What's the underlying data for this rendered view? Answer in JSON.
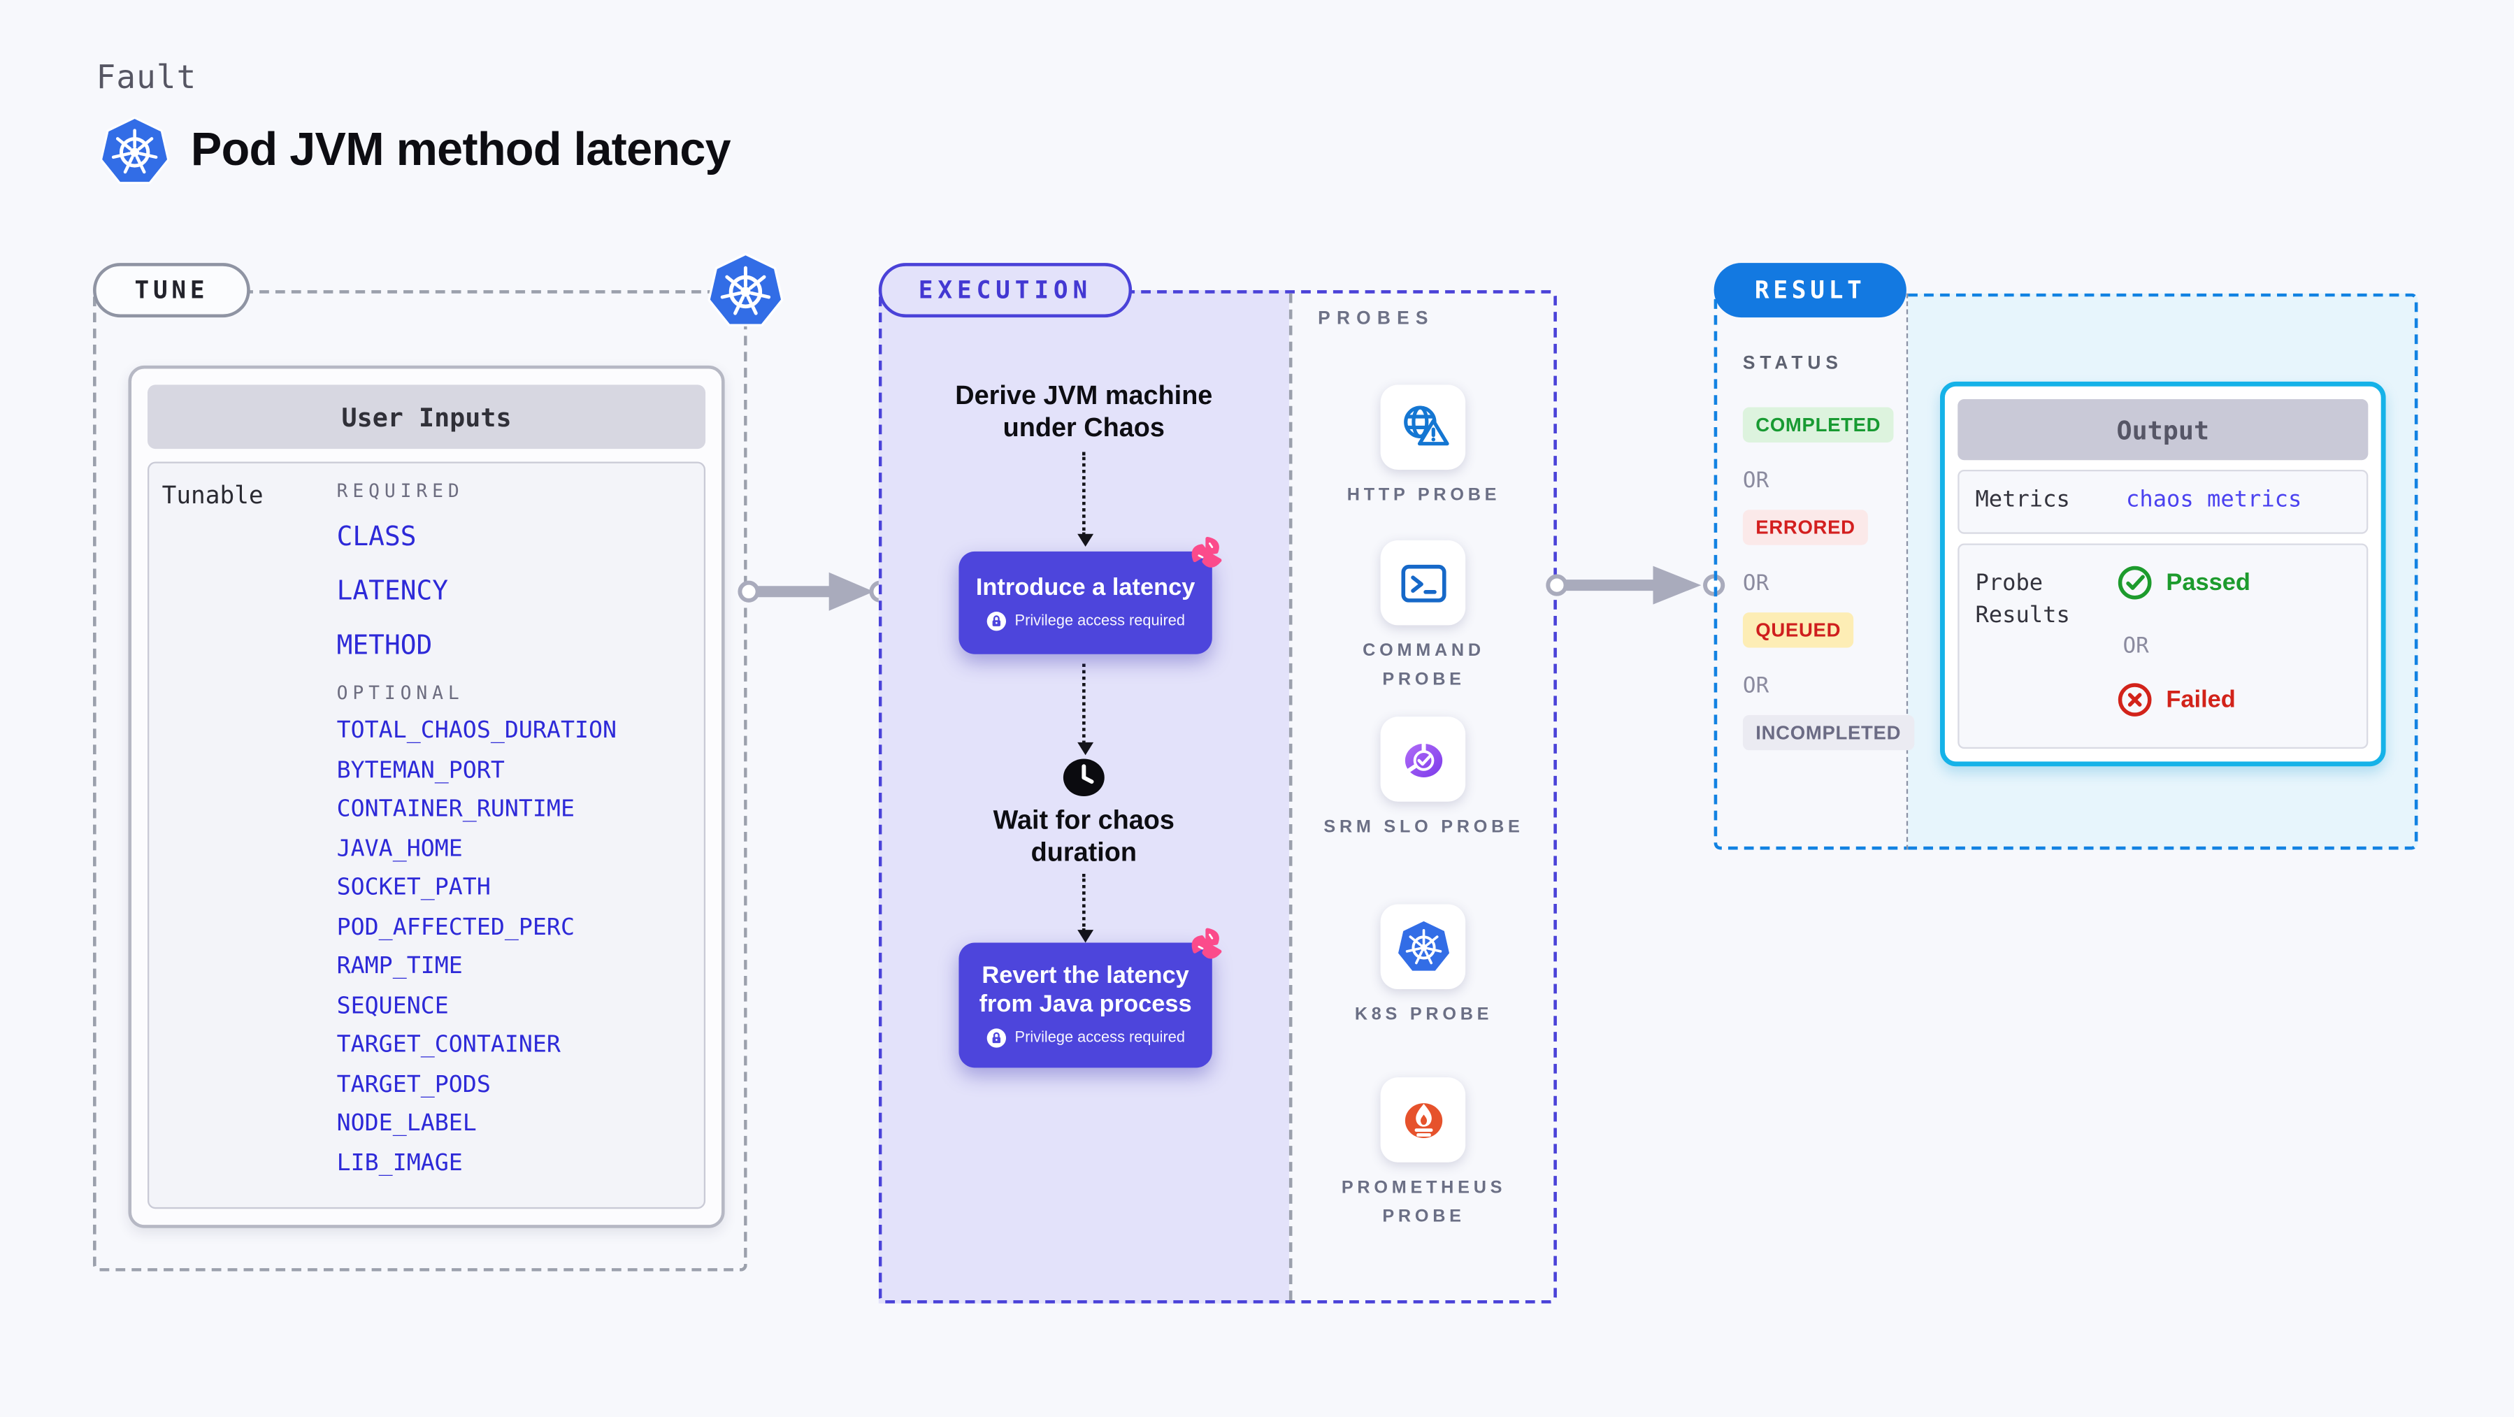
{
  "header": {
    "kicker": "Fault",
    "title": "Pod JVM method latency"
  },
  "tune": {
    "pill": "TUNE",
    "card_title": "User Inputs",
    "row_label": "Tunable",
    "required_label": "REQUIRED",
    "required": [
      "CLASS",
      "LATENCY",
      "METHOD"
    ],
    "optional_label": "OPTIONAL",
    "optional": [
      "TOTAL_CHAOS_DURATION",
      "BYTEMAN_PORT",
      "CONTAINER_RUNTIME",
      "JAVA_HOME",
      "SOCKET_PATH",
      "POD_AFFECTED_PERC",
      "RAMP_TIME",
      "SEQUENCE",
      "TARGET_CONTAINER",
      "TARGET_PODS",
      "NODE_LABEL",
      "LIB_IMAGE"
    ]
  },
  "execution": {
    "pill": "EXECUTION",
    "derive_text": "Derive JVM machine under Chaos",
    "step1_title": "Introduce a latency",
    "privilege_badge": "Privilege access required",
    "wait_text": "Wait for chaos duration",
    "step2_title": "Revert the latency from Java process"
  },
  "probes": {
    "heading": "PROBES",
    "items": [
      {
        "label": "HTTP PROBE",
        "icon": "http-probe-icon"
      },
      {
        "label": "COMMAND PROBE",
        "icon": "command-probe-icon"
      },
      {
        "label": "SRM SLO PROBE",
        "icon": "srm-slo-probe-icon"
      },
      {
        "label": "K8S PROBE",
        "icon": "k8s-probe-icon"
      },
      {
        "label": "PROMETHEUS PROBE",
        "icon": "prometheus-probe-icon"
      }
    ]
  },
  "result": {
    "pill": "RESULT",
    "status_heading": "STATUS",
    "or_label": "OR",
    "statuses": [
      "COMPLETED",
      "ERRORED",
      "QUEUED",
      "INCOMPLETED"
    ],
    "output": {
      "title": "Output",
      "metrics_label": "Metrics",
      "metrics_value": "chaos metrics",
      "probe_results_label": "Probe Results",
      "passed_label": "Passed",
      "or_label": "OR",
      "failed_label": "Failed"
    }
  },
  "colors": {
    "page_bg": "#f7f8fc",
    "k8s_blue": "#326de6",
    "indigo_accent": "#4d45dc",
    "indigo_dash": "#4a42d8",
    "lavender_fill": "#e3e2fa",
    "gray_dash": "#9ba0ac",
    "result_blue": "#1379e1",
    "result_dash": "#1282e2",
    "output_cyan": "#15b2e8",
    "ice_fill": "#e7f5fc",
    "green": "#1d9b2d",
    "green_bg": "#ddf3de",
    "red": "#d31f1f",
    "red_bg": "#fbe9e9",
    "yellow_bg": "#fdedb5",
    "neutral_bg": "#ebebf2",
    "pink": "#fb4b8b",
    "prometheus_orange": "#e6522c",
    "gauge_purple": "#8b5cf6",
    "arrow_gray": "#a9abbc",
    "var_blue": "#2d29d8"
  }
}
